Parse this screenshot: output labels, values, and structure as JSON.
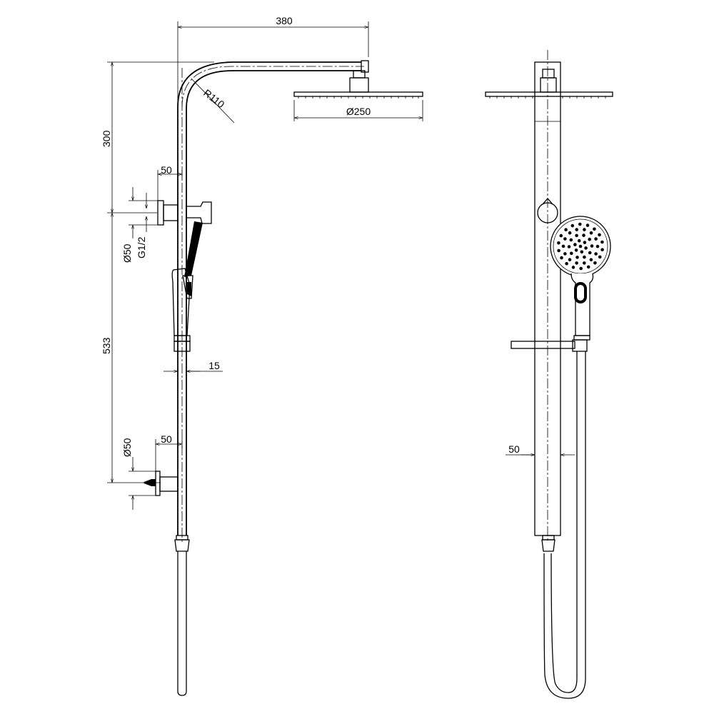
{
  "dimensions": {
    "arm_length": "380",
    "arm_radius": "R110",
    "head_diameter": "Ø250",
    "arm_height": "300",
    "bracket_offset_top": "50",
    "flange_diameter_top": "Ø50",
    "thread": "G1/2",
    "rail_length": "533",
    "rail_width": "15",
    "bracket_offset_bottom": "50",
    "flange_diameter_bottom": "Ø50",
    "rail_depth_front": "50"
  }
}
